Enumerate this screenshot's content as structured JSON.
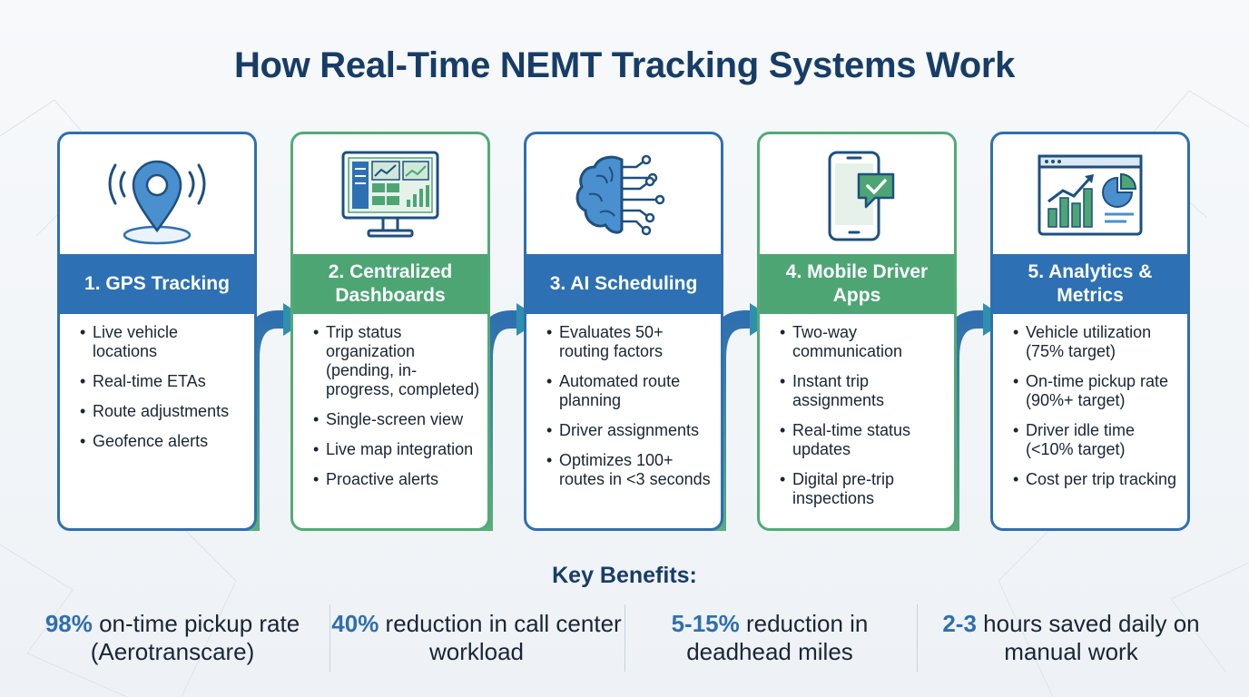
{
  "title": "How Real-Time NEMT Tracking Systems Work",
  "steps": [
    {
      "icon": "location-pin-signal-icon",
      "heading": "1. GPS Tracking",
      "bullets": [
        "Live vehicle locations",
        "Real-time ETAs",
        "Route adjustments",
        "Geofence alerts"
      ]
    },
    {
      "icon": "dashboard-monitor-icon",
      "heading": "2. Centralized Dashboards",
      "bullets": [
        "Trip status organization (pending, in-progress, completed)",
        "Single-screen view",
        "Live map integration",
        "Proactive alerts"
      ]
    },
    {
      "icon": "ai-brain-circuit-icon",
      "heading": "3. AI Scheduling",
      "bullets": [
        "Evaluates 50+ routing factors",
        "Automated route planning",
        "Driver assignments",
        "Optimizes 100+ routes in <3 seconds"
      ]
    },
    {
      "icon": "smartphone-chat-icon",
      "heading": "4. Mobile Driver Apps",
      "bullets": [
        "Two-way communication",
        "Instant trip assignments",
        "Real-time status updates",
        "Digital pre-trip inspections"
      ]
    },
    {
      "icon": "analytics-chart-icon",
      "heading": "5. Analytics & Metrics",
      "bullets": [
        "Vehicle utilization (75% target)",
        "On-time pickup rate (90%+ target)",
        "Driver idle time (<10% target)",
        "Cost per trip tracking"
      ]
    }
  ],
  "benefits": {
    "title": "Key Benefits:",
    "items": [
      {
        "highlight": "98%",
        "text": " on-time pickup rate (Aerotranscare)"
      },
      {
        "highlight": "40%",
        "text": " reduction in call center workload"
      },
      {
        "highlight": "5-15%",
        "text": " reduction in deadhead miles"
      },
      {
        "highlight": "2-3",
        "text": " hours saved daily on manual work"
      }
    ]
  },
  "colors": {
    "blue": "#2d70b3",
    "green": "#4da574",
    "navy": "#173d66"
  }
}
